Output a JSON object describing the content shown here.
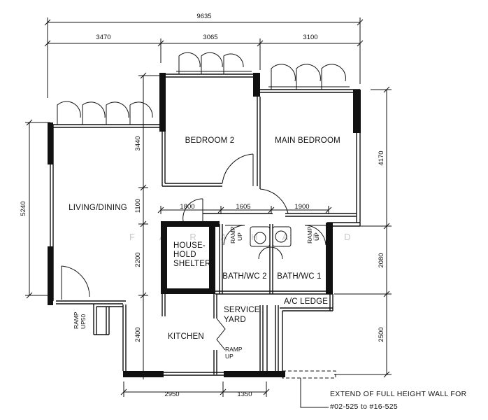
{
  "dimensions": {
    "overall_width": "9635",
    "top_segments": [
      "3470",
      "3065",
      "3100"
    ],
    "bottom_segments": [
      "2950",
      "1350"
    ],
    "left_overall": "5240",
    "left_segments": [
      "3440",
      "1100",
      "2200",
      "2400"
    ],
    "right_segments": [
      "4170",
      "2080",
      "2500"
    ],
    "inner_segments": [
      "1800",
      "1605",
      "1900"
    ]
  },
  "rooms": {
    "living_dining": "LIVING/DINING",
    "bedroom_2": "BEDROOM 2",
    "main_bedroom": "MAIN BEDROOM",
    "household_shelter": [
      "HOUSE-",
      "HOLD",
      "SHELTER"
    ],
    "bath_wc_2": "BATH/WC 2",
    "bath_wc_1": "BATH/WC 1",
    "service_yard": [
      "SERVICE",
      "YARD"
    ],
    "kitchen": "KITCHEN",
    "ac_ledge": "A/C LEDGE"
  },
  "ramps": {
    "entrance": [
      "RAMP",
      "UP50"
    ],
    "bath_wc_2": [
      "RAMP",
      "UP"
    ],
    "bath_wc_1": [
      "RAMP",
      "UP"
    ],
    "kitchen": [
      "RAMP",
      "UP"
    ]
  },
  "note": {
    "line1": "EXTEND OF FULL HEIGHT WALL FOR",
    "line2": "#02-525 to #16-525"
  },
  "watermark": "F A R A H A N D"
}
